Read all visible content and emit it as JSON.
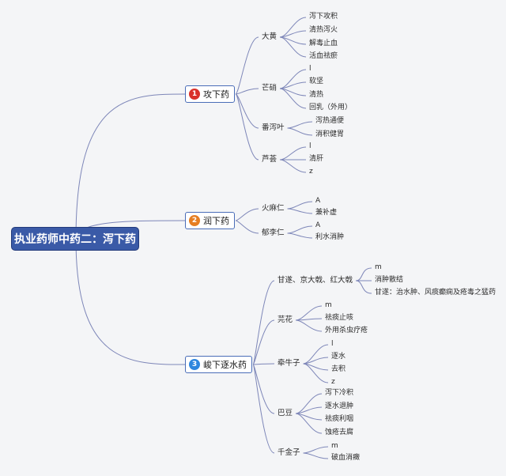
{
  "root": "执业药师中药二：泻下药",
  "topics": [
    {
      "num": "1",
      "color": "#d9302a",
      "label": "攻下药",
      "herbs": [
        {
          "name": "大黄",
          "items": [
            "泻下攻积",
            "清热泻火",
            "解毒止血",
            "活血祛瘀"
          ]
        },
        {
          "name": "芒硝",
          "items": [
            "l",
            "软坚",
            "清热",
            "回乳（外用）"
          ]
        },
        {
          "name": "番泻叶",
          "items": [
            "泻热通便",
            "消积健胃"
          ]
        },
        {
          "name": "芦荟",
          "items": [
            "l",
            "清肝",
            "z"
          ]
        }
      ]
    },
    {
      "num": "2",
      "color": "#e67e22",
      "label": "润下药",
      "herbs": [
        {
          "name": "火麻仁",
          "items": [
            "A",
            "兼补虚"
          ]
        },
        {
          "name": "郁李仁",
          "items": [
            "A",
            "利水消肿"
          ]
        }
      ]
    },
    {
      "num": "3",
      "color": "#2e86de",
      "label": "峻下逐水药",
      "herbs": [
        {
          "name": "甘遂、京大戟、红大戟",
          "items": [
            "m",
            "消肿散结",
            "甘遂：治水肿、风痰癫痫及疮毒之猛药"
          ]
        },
        {
          "name": "芫花",
          "items": [
            "m",
            "祛痰止咳",
            "外用杀虫疗疮"
          ]
        },
        {
          "name": "牵牛子",
          "items": [
            "l",
            "逐水",
            "去积",
            "z"
          ]
        },
        {
          "name": "巴豆",
          "items": [
            "泻下冷积",
            "逐水退肿",
            "祛痰利咽",
            "蚀疮去腐"
          ]
        },
        {
          "name": "千金子",
          "items": [
            "m",
            "破血消癥"
          ]
        }
      ]
    }
  ]
}
